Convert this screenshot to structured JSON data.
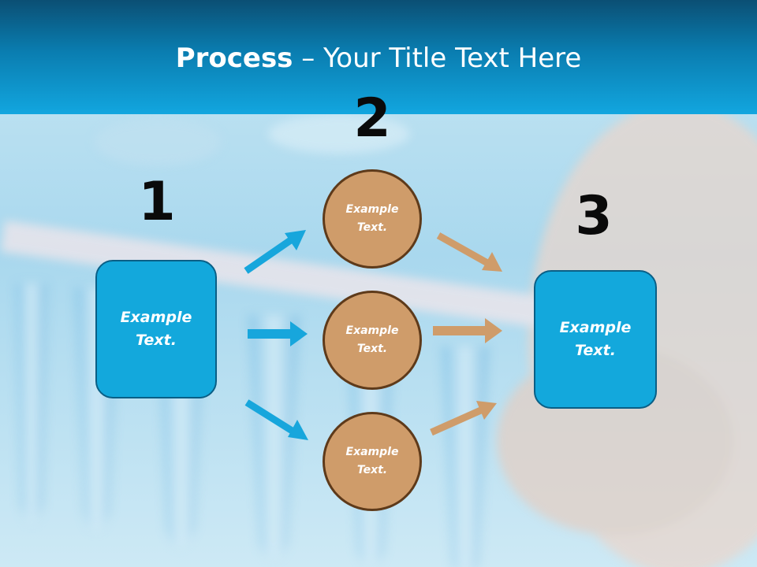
{
  "header": {
    "title_bold": "Process",
    "title_rest": " – Your Title Text Here"
  },
  "steps": {
    "one": "1",
    "two": "2",
    "three": "3"
  },
  "nodes": {
    "left_box": "Example\nText.",
    "circle_top": "Example\nText.",
    "circle_middle": "Example\nText.",
    "circle_bottom": "Example\nText.",
    "right_box": "Example\nText."
  },
  "colors": {
    "header": "#0a7db0",
    "box_fill": "#13a8dc",
    "circle_fill": "#cf9c6a",
    "blue_arrow": "#17a6dc",
    "tan_arrow": "#cf9c6a"
  }
}
